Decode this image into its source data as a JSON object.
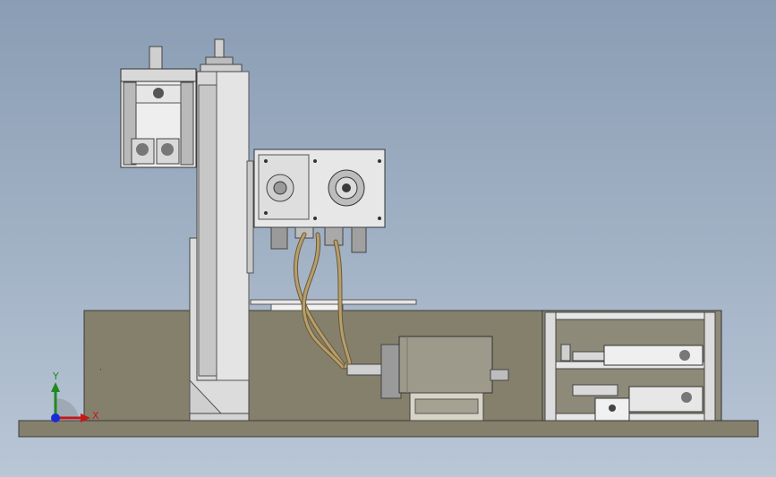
{
  "viewport": {
    "background_top": "#8a9db4",
    "background_bottom": "#b9c6d6"
  },
  "model": {
    "components": [
      "base-plate",
      "frame-panel",
      "servo-motor",
      "vertical-column",
      "spindle-gearbox",
      "cable-harness",
      "drive-motor",
      "aluminum-profile-frame",
      "pneumatic-cylinder"
    ]
  },
  "triad": {
    "x_label": "X",
    "y_label": "Y",
    "x_color": "#c41818",
    "y_color": "#1f8a1f",
    "z_color": "#1a2bd6"
  }
}
